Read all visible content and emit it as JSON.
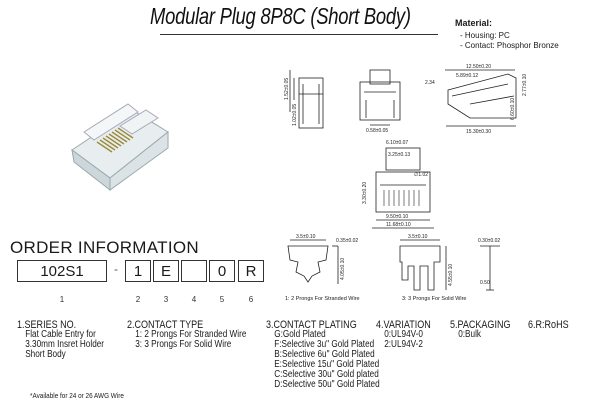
{
  "title": "Modular Plug 8P8C (Short Body)",
  "material": {
    "heading": "Material:",
    "housing": "- Housing: PC",
    "contact": "- Contact: Phosphor Bronze"
  },
  "order": {
    "heading": "ORDER INFORMATION",
    "code_boxes": [
      "102S1",
      "1",
      "E",
      "",
      "0",
      "R"
    ],
    "dash": "-",
    "positions": [
      "1",
      "2",
      "3",
      "4",
      "5",
      "6"
    ]
  },
  "sections": {
    "series": {
      "heading": "1.SERIES NO.",
      "lines": [
        "Flat Cable Entry for",
        "3.30mm Insret Holder",
        "Short Body"
      ]
    },
    "contact_type": {
      "heading": "2.CONTACT TYPE",
      "lines": [
        "1: 2 Prongs For Stranded Wire",
        "3: 3 Prongs For Solid Wire"
      ]
    },
    "plating": {
      "heading": "3.CONTACT PLATING",
      "lines": [
        "G:Gold Plated",
        "F:Selective 3u\" Gold Plated",
        "B:Selective 6u\" Gold Plated",
        "E:Selective 15u\" Gold Plated",
        "C:Selective 30u\" Gold plated",
        "D:Selective 50u\" Gold Plated"
      ]
    },
    "variation": {
      "heading": "4.VARIATION",
      "lines": [
        "0:UL94V-0",
        "2:UL94V-2"
      ]
    },
    "packaging": {
      "heading": "5.PACKAGING",
      "lines": [
        "0:Bulk"
      ]
    },
    "rohs": {
      "heading": "6.R:RoHS"
    }
  },
  "footnote": "*Available for 24 or 26 AWG Wire",
  "prong_captions": {
    "stranded": "1: 2 Prongs For Stranded Wire",
    "solid": "3: 3 Prongs For Solid Wire"
  },
  "dimensions": {
    "side_height": "1.52±0.05",
    "side_height2": "1.02±0.05",
    "front_width": "0.58±0.05",
    "front_height": "2.34",
    "top_len": "12.50±0.20",
    "top_len2": "5.89±0.12",
    "top_h": "2.77±0.10",
    "top_total_h": "6.60±0.10",
    "top_base": "15.30±0.30",
    "body_w": "6.10±0.07",
    "body_w2": "3.25±0.13",
    "body_h": "3.30±0.20",
    "angle": "∅1.02",
    "pitch_w": "9.50±0.10",
    "total_w": "11.68±0.10",
    "prong_a_w": "3.5±0.10",
    "prong_a_gap": "0.35±0.02",
    "prong_a_h": "4.05±0.10",
    "prong_b_w": "3.5±0.10",
    "prong_b_gap": "0.30±0.02",
    "prong_b_h": "4.55±0.10",
    "prong_b_tip": "0.50"
  }
}
